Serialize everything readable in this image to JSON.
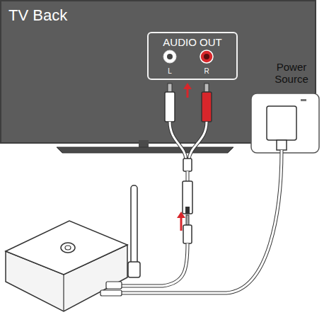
{
  "diagram": {
    "nodes": [
      {
        "text": [
          "TV Back"
        ]
      },
      {
        "text": [
          "AUDIO OUT",
          "L",
          "R"
        ],
        "in": 0
      }
    ],
    "labels": [
      "Power Source"
    ]
  }
}
